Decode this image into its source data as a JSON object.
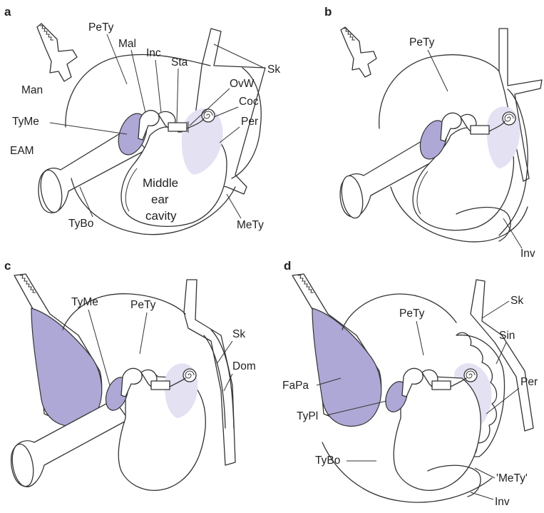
{
  "figure": {
    "colors": {
      "membrane": "#aea8d6",
      "perilymph": "#e4e1f3",
      "outline": "#333333"
    },
    "panels": [
      {
        "letter": "a",
        "labels": {
          "man": "Man",
          "pety": "PeTy",
          "mal": "Mal",
          "inc": "Inc",
          "sta": "Sta",
          "sk": "Sk",
          "ovw": "OvW",
          "coc": "Coc",
          "tyme": "TyMe",
          "per": "Per",
          "eam": "EAM",
          "middle_line1": "Middle",
          "middle_line2": "ear",
          "middle_line3": "cavity",
          "tybo": "TyBo",
          "mety": "MeTy"
        }
      },
      {
        "letter": "b",
        "labels": {
          "pety": "PeTy",
          "inv": "Inv"
        }
      },
      {
        "letter": "c",
        "labels": {
          "tyme": "TyMe",
          "pety": "PeTy",
          "sk": "Sk",
          "dom": "Dom"
        }
      },
      {
        "letter": "d",
        "labels": {
          "pety": "PeTy",
          "sk": "Sk",
          "sin": "Sin",
          "fapa": "FaPa",
          "per": "Per",
          "typl": "TyPl",
          "tybo": "TyBo",
          "mety": "'MeTy'",
          "inv": "Inv"
        }
      }
    ]
  }
}
